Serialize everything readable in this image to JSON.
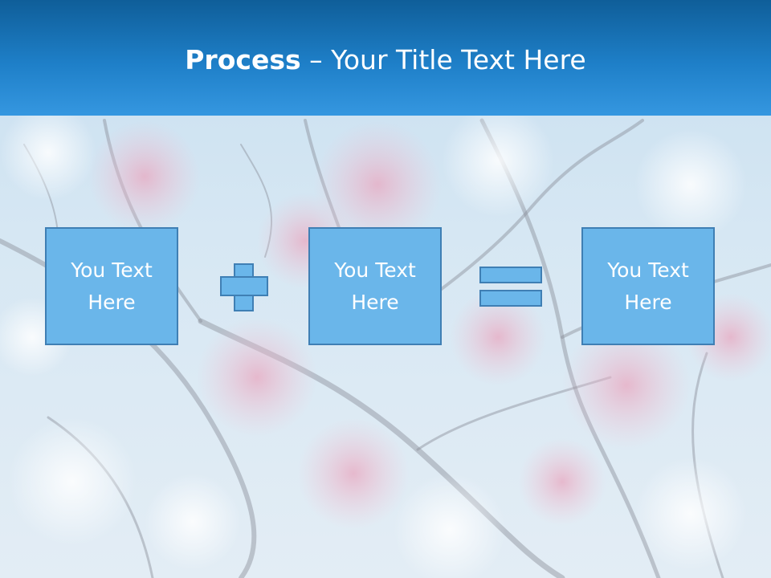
{
  "title": {
    "bold": "Process",
    "rest": " – Your Title Text Here"
  },
  "boxes": [
    {
      "text": "You Text Here"
    },
    {
      "text": "You Text Here"
    },
    {
      "text": "You Text Here"
    }
  ],
  "operators": [
    "plus",
    "equals"
  ],
  "colors": {
    "title_bar": "#1e7fc8",
    "box_fill": "#6ab6ea",
    "box_border": "#3f7fb4",
    "text": "#ffffff"
  }
}
